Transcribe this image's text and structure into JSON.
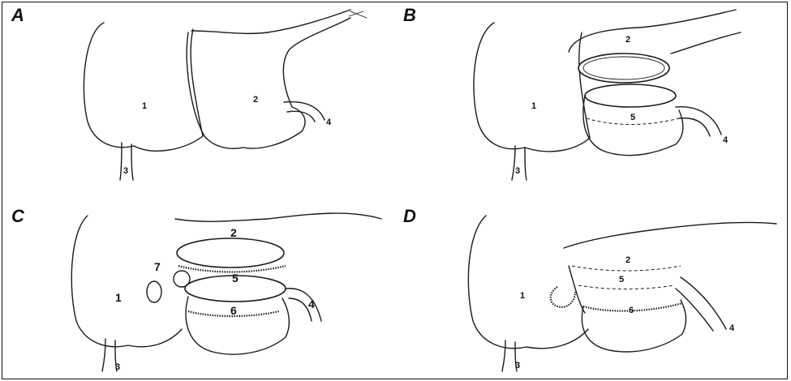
{
  "panels": [
    {
      "letter": "A",
      "labels": {
        "n1": "1",
        "n2": "2",
        "n3": "3",
        "n4": "4"
      }
    },
    {
      "letter": "B",
      "labels": {
        "n1": "1",
        "n2": "2",
        "n3": "3",
        "n4": "4",
        "n5": "5"
      }
    },
    {
      "letter": "C",
      "labels": {
        "n1": "1",
        "n2": "2",
        "n3": "3",
        "n4": "4",
        "n5": "5",
        "n6": "6",
        "n7": "7"
      }
    },
    {
      "letter": "D",
      "labels": {
        "n1": "1",
        "n2": "2",
        "n3": "3",
        "n4": "4",
        "n5": "5",
        "n6": "6"
      }
    }
  ]
}
